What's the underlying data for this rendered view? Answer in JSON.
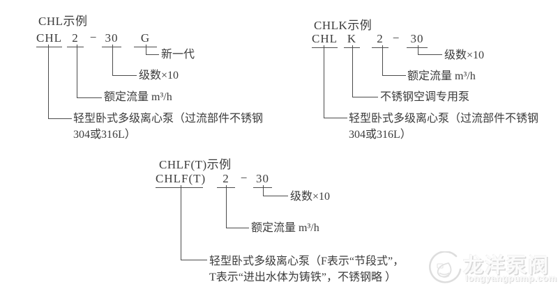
{
  "diagrams": [
    {
      "title": "CHL示例",
      "parts": [
        "CHL",
        "2",
        "−",
        "30",
        "G"
      ],
      "labels": {
        "gen": "新一代",
        "stages": "级数×10",
        "flow": "额定流量 m³/h",
        "pump1": "轻型卧式多级离心泵（过流部件不锈钢",
        "pump2": "304或316L）"
      }
    },
    {
      "title": "CHLK示例",
      "parts": [
        "CHL",
        "K",
        "2",
        "−",
        "30"
      ],
      "labels": {
        "stages": "级数×10",
        "flow": "额定流量 m³/h",
        "hvac": "不锈钢空调专用泵",
        "pump1": "轻型卧式多级离心泵（过流部件不锈钢",
        "pump2": "304或316L）"
      }
    },
    {
      "title": "CHLF(T)示例",
      "parts": [
        "CHLF(T)",
        "2",
        "−",
        "30"
      ],
      "labels": {
        "stages": "级数×10",
        "flow": "额定流量 m³/h",
        "pump1": "轻型卧式多级离心泵（F表示“节段式”，",
        "pump2": "T表示“进出水体为铸铁”，不锈钢略 ）"
      }
    }
  ],
  "watermark": {
    "brand": "龙洋泵阀",
    "domain": "longyangpump.com",
    "logo": "droplet-wave-logo"
  },
  "colors": {
    "text": "#3b3b3b",
    "line": "#4a4a4a",
    "watermark": "#dcdcdc",
    "background": "#ffffff"
  }
}
